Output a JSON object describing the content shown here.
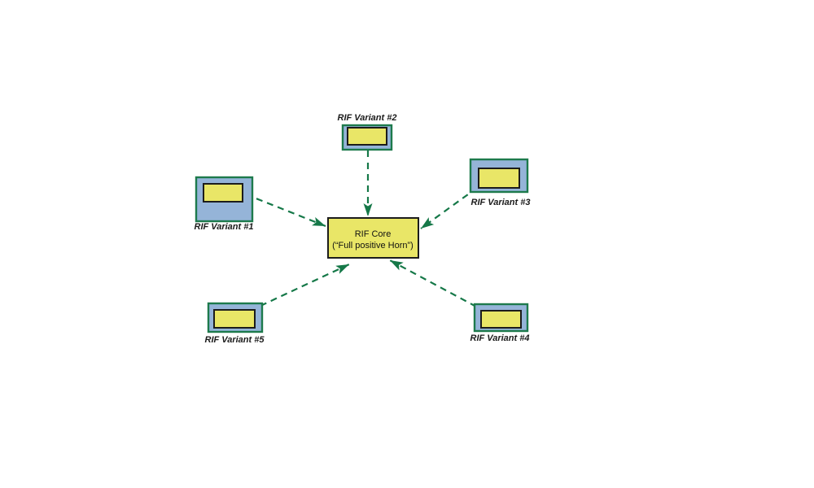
{
  "diagram": {
    "core": {
      "line1": "RIF Core",
      "line2": "(“Full positive Horn”)"
    },
    "variants": [
      {
        "label": "RIF Variant #1"
      },
      {
        "label": "RIF Variant #2"
      },
      {
        "label": "RIF Variant #3"
      },
      {
        "label": "RIF Variant #4"
      },
      {
        "label": "RIF Variant #5"
      }
    ],
    "colors": {
      "variant_box_border": "#1d7a4c",
      "variant_box_fill": "#95b4d8",
      "inner_box_fill": "#e9e667",
      "inner_box_border": "#1c1c1c",
      "core_fill": "#e9e667",
      "core_border": "#1c1c1c",
      "arrow": "#157848",
      "background": "#ffffff"
    }
  }
}
